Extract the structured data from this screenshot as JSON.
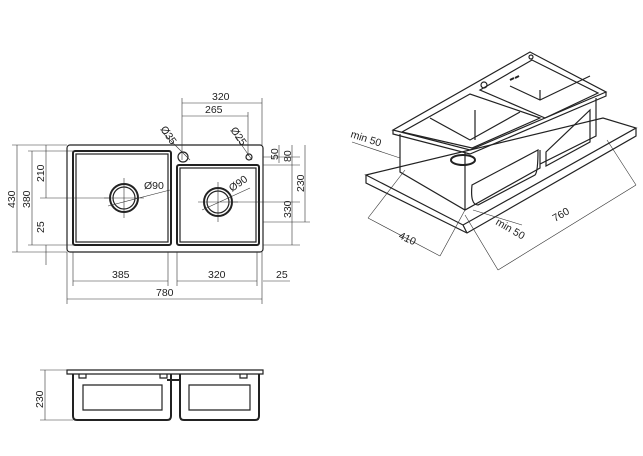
{
  "top_view": {
    "dims": {
      "top_320": "320",
      "top_265": "265",
      "hole_35": "Ø35",
      "hole_25": "Ø25",
      "drain_left": "Ø90",
      "drain_right": "Ø90",
      "left_430": "430",
      "left_380": "380",
      "left_210": "210",
      "left_25": "25",
      "right_50": "50",
      "right_80": "80",
      "right_230": "230",
      "right_330": "330",
      "bottom_385": "385",
      "bottom_320": "320",
      "bottom_25": "25",
      "bottom_780": "780"
    }
  },
  "side_view": {
    "dims": {
      "height_230": "230"
    }
  },
  "iso_view": {
    "dims": {
      "min50_left": "min 50",
      "depth_410": "410",
      "min50_front": "min 50",
      "width_760": "760"
    }
  }
}
